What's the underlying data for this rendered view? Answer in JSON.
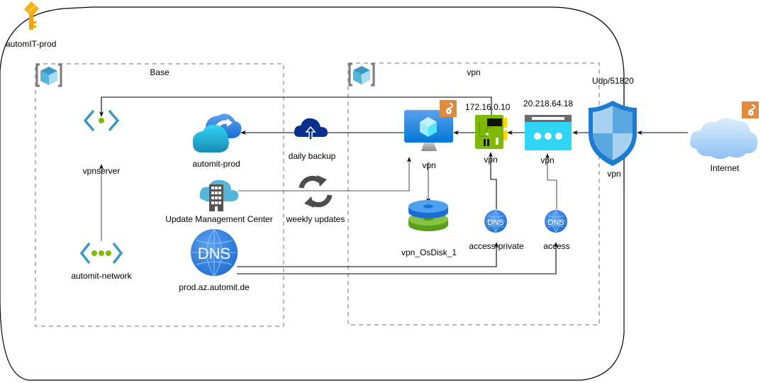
{
  "diagram": {
    "outer_container": {
      "label": "automIT-prod",
      "icon": "key-icon"
    },
    "groups": [
      {
        "id": "base",
        "label": "Base",
        "icon": "resource-group-icon"
      },
      {
        "id": "vpn",
        "label": "vpn",
        "icon": "resource-group-icon"
      }
    ],
    "nodes": {
      "vpnserver": {
        "label": "vpnserver",
        "icon": "virtual-network-subnet-icon"
      },
      "automit_network": {
        "label": "automit-network",
        "icon": "virtual-network-icon"
      },
      "automit_prod": {
        "label": "automit-prod",
        "icon": "recovery-services-vault-icon"
      },
      "update_mgmt": {
        "label": "Update Management Center",
        "icon": "update-management-center-icon"
      },
      "dns_zone": {
        "label": "prod.az.automit.de",
        "icon": "dns-zone-icon"
      },
      "daily_backup": {
        "label": "daily backup",
        "icon": "cloud-upload-icon"
      },
      "weekly_updates": {
        "label": "weekly updates",
        "icon": "refresh-icon"
      },
      "vm": {
        "label": "vpn",
        "icon": "virtual-machine-icon"
      },
      "nic": {
        "label": "vpn",
        "ip": "172.16.0.10",
        "icon": "network-interface-icon"
      },
      "public_ip": {
        "label": "vpn",
        "ip": "20.218.64.18",
        "icon": "public-ip-icon"
      },
      "nsg": {
        "label": "vpn",
        "port": "Udp/51820",
        "icon": "network-security-group-icon"
      },
      "os_disk": {
        "label": "vpn_OsDisk_1",
        "icon": "managed-disk-icon"
      },
      "dns_access_private": {
        "label": "access-private",
        "icon": "dns-record-icon"
      },
      "dns_access": {
        "label": "access",
        "icon": "dns-record-icon"
      },
      "internet": {
        "label": "Internet",
        "icon": "cloud-icon"
      }
    },
    "badges": [
      {
        "attached_to": "vm",
        "icon": "wireguard-icon"
      },
      {
        "attached_to": "internet",
        "icon": "wireguard-icon"
      }
    ],
    "edges": [
      {
        "from": "internet",
        "to": "nsg"
      },
      {
        "from": "nsg",
        "to": "public_ip"
      },
      {
        "from": "public_ip",
        "to": "nic"
      },
      {
        "from": "nic",
        "to": "vm"
      },
      {
        "from": "nic",
        "to": "vpnserver"
      },
      {
        "from": "automit_network",
        "to": "vpnserver"
      },
      {
        "from": "vm",
        "to": "automit_prod",
        "via": "daily_backup"
      },
      {
        "from": "update_mgmt",
        "to": "vm",
        "via": "weekly_updates"
      },
      {
        "from": "vm",
        "to": "os_disk"
      },
      {
        "from": "dns_access_private",
        "to": "nic"
      },
      {
        "from": "dns_access",
        "to": "public_ip"
      },
      {
        "from": "dns_zone",
        "to": "dns_access_private"
      },
      {
        "from": "dns_zone",
        "to": "dns_access"
      }
    ],
    "colors": {
      "azure_blue": "#0078d4",
      "nic_green": "#7fba00",
      "wireguard_orange": "#e18b3f",
      "dashed_border": "#a0a0a0",
      "backup_navy": "#0a2f8f"
    }
  }
}
